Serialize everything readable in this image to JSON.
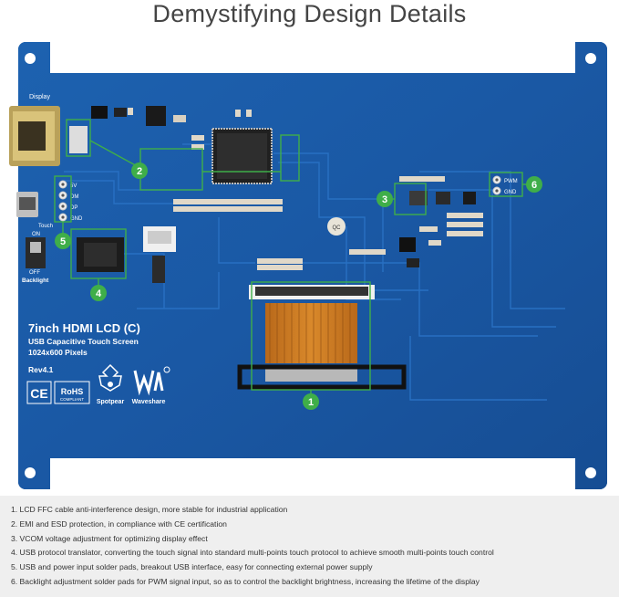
{
  "page_title": "Demystifying Design Details",
  "board": {
    "label_display": "Display",
    "label_touch": "Touch",
    "label_on": "ON",
    "label_off": "OFF",
    "label_backlight": "Backlight",
    "pin_5v": "5V",
    "pin_dm": "DM",
    "pin_dp": "DP",
    "pin_gnd": "GND",
    "pad_pwm": "PWM",
    "pad_gnd": "GND",
    "product_name": "7inch HDMI LCD (C)",
    "product_sub": "USB Capacitive Touch Screen",
    "product_res": "1024x600 Pixels",
    "revision": "Rev4.1",
    "ce_mark": "CE",
    "rohs": "RoHS",
    "rohs_sub": "COMPLIANT",
    "brand_spotpear": "Spotpear",
    "brand_waveshare": "Waveshare",
    "qc_sticker": "QC",
    "colors": {
      "pcb": "#1a5aa5",
      "callout": "#3fae49",
      "ffc": "#c8781f"
    }
  },
  "callouts": [
    "1",
    "2",
    "3",
    "4",
    "5",
    "6"
  ],
  "notes": [
    "1. LCD FFC cable anti-interference design, more stable for industrial application",
    "2. EMI and ESD protection, in compliance with CE certification",
    "3. VCOM voltage adjustment for optimizing display effect",
    "4. USB protocol translator, converting the touch signal into standard multi-points touch protocol to achieve smooth multi-points touch control",
    "5. USB and power input solder pads, breakout USB interface, easy for connecting external power supply",
    "6. Backlight adjustment solder pads for PWM signal input, so as to control the backlight brightness, increasing the lifetime of the display"
  ]
}
